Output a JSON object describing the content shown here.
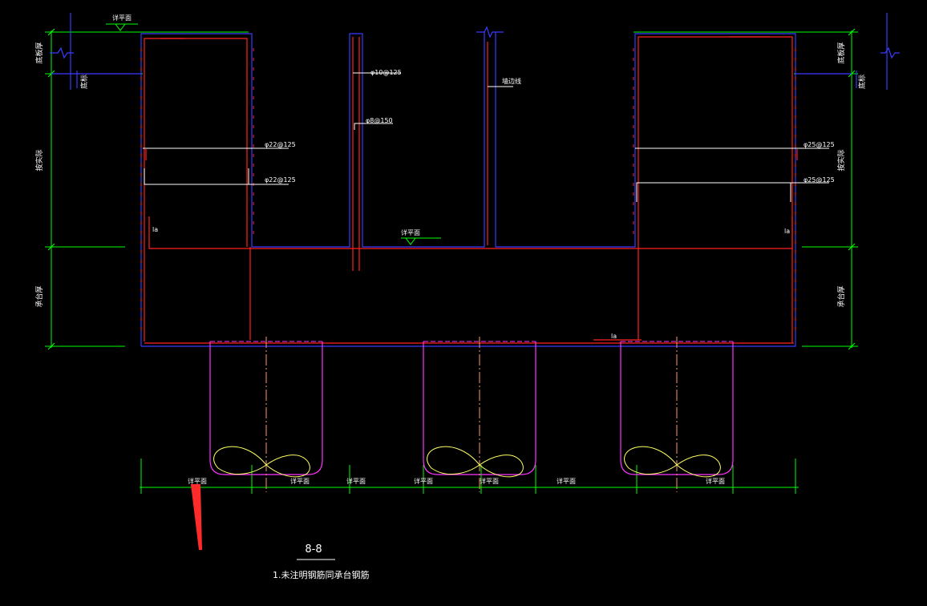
{
  "drawing": {
    "section_title": "8-8",
    "note": "1.未注明钢筋同承台钢筋"
  },
  "elevation_markers": {
    "top_left": "详平面",
    "pit_bottom": "详平面",
    "bottom_row": [
      "详平面",
      "详平面",
      "详平面",
      "详平面",
      "详平面",
      "详平面",
      "详平面"
    ]
  },
  "dimensions": {
    "left": [
      "底板厚",
      "按实际",
      "承台厚"
    ],
    "right": [
      "底板厚",
      "按实际",
      "承台厚"
    ],
    "left_small": "底标",
    "right_small": "底标"
  },
  "rebar_labels": {
    "wall_a": "φ10@125",
    "wall_b": "φ8@150",
    "left_upper": "φ22@125",
    "left_lower": "φ22@125",
    "right_upper": "φ25@125",
    "right_lower": "φ25@125",
    "anchor_left": "la",
    "anchor_right": "la",
    "anchor_bottom": "la",
    "wall_side": "墙边线"
  },
  "colors": {
    "background": "#000000",
    "dimension": "#00ff00",
    "outline": "#3b3bff",
    "rebar": "#ff2020",
    "pile": "#ff33ff",
    "pile_center": "#ff9966",
    "loop": "#ffff66",
    "arrow": "#ff2a2a",
    "text": "#ffffff"
  }
}
